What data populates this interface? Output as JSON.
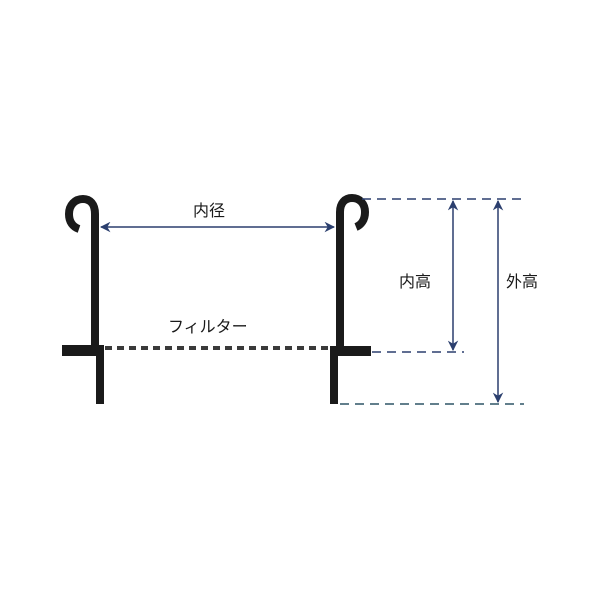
{
  "diagram": {
    "type": "cross-section dimension diagram",
    "labels": {
      "inner_diameter": "内径",
      "filter": "フィルター",
      "inner_height": "内高",
      "outer_height": "外高"
    },
    "colors": {
      "wall": "#1a1a1a",
      "filter_line": "#3a3a3a",
      "dimension_arrow": "#2b3f6e",
      "guide_dash_top": "#2b3f6e",
      "guide_dash_bottom": "#2f5566",
      "background": "#ffffff"
    },
    "elements": {
      "left_wall": "hooked rim with flange and lower leg",
      "right_wall": "hooked rim with flange and lower leg",
      "inner_diameter_arrow": "double-headed horizontal arrow between walls",
      "filter_line": "dashed horizontal line at flange level",
      "inner_height_arrow": "vertical double-headed arrow from rim top to flange",
      "outer_height_arrow": "vertical double-headed arrow from rim top to leg bottom"
    }
  }
}
